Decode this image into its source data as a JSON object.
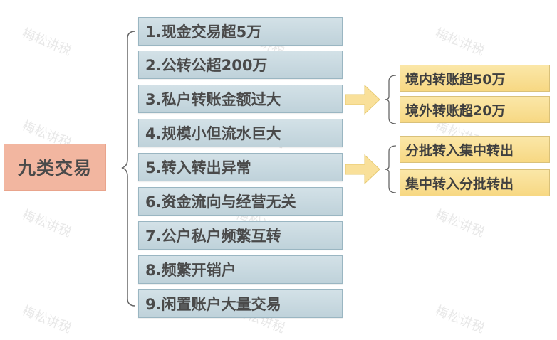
{
  "root": {
    "label": "九类交易",
    "color": "#f2b6a0"
  },
  "items": [
    {
      "label": "1.现金交易超5万"
    },
    {
      "label": "2.公转公超200万"
    },
    {
      "label": "3.私户转账金额过大"
    },
    {
      "label": "4.规模小但流水巨大"
    },
    {
      "label": "5.转入转出异常"
    },
    {
      "label": "6.资金流向与经营无关"
    },
    {
      "label": "7.公户私户频繁互转"
    },
    {
      "label": "8.频繁开销户"
    },
    {
      "label": "9.闲置账户大量交易"
    }
  ],
  "branches": {
    "item3": [
      {
        "label": "境内转账超50万"
      },
      {
        "label": "境外转账超20万"
      }
    ],
    "item5": [
      {
        "label": "分批转入集中转出"
      },
      {
        "label": "集中转入分批转出"
      }
    ]
  },
  "colors": {
    "item_fill": "#c8d9e0",
    "sub_fill": "#f9e09a",
    "arrow_fill": "#f9e09a",
    "root_fill": "#f2b6a0"
  },
  "watermark": {
    "text": "梅松讲税"
  }
}
